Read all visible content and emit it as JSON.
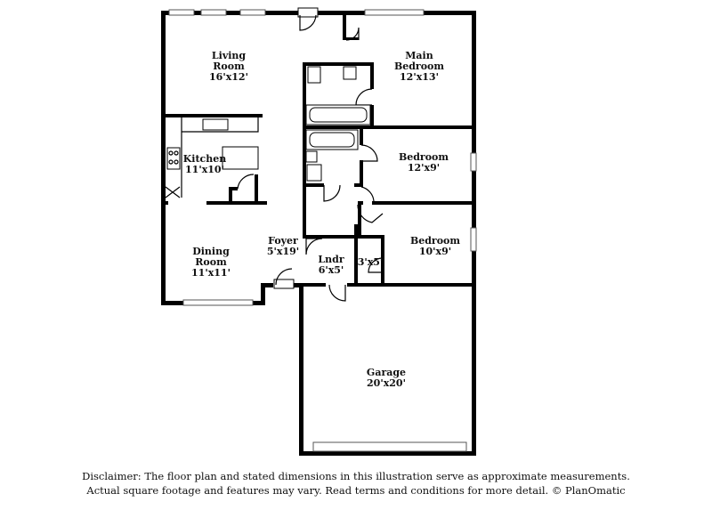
{
  "rooms": [
    {
      "id": "living",
      "name": [
        "Living",
        "Room"
      ],
      "dims": "16'x12'"
    },
    {
      "id": "main-bedroom",
      "name": [
        "Main",
        "Bedroom"
      ],
      "dims": "12'x13'"
    },
    {
      "id": "kitchen",
      "name": [
        "Kitchen"
      ],
      "dims": "11'x10'"
    },
    {
      "id": "bedroom-2",
      "name": [
        "Bedroom"
      ],
      "dims": "12'x9'"
    },
    {
      "id": "foyer",
      "name": [
        "Foyer"
      ],
      "dims": "5'x19'"
    },
    {
      "id": "bedroom-3",
      "name": [
        "Bedroom"
      ],
      "dims": "10'x9'"
    },
    {
      "id": "dining",
      "name": [
        "Dining",
        "Room"
      ],
      "dims": "11'x11'"
    },
    {
      "id": "laundry",
      "name": [
        "Lndr"
      ],
      "dims": "6'x5'"
    },
    {
      "id": "closet",
      "name": [],
      "dims": "3'x5'"
    },
    {
      "id": "garage",
      "name": [
        "Garage"
      ],
      "dims": "20'x20'"
    }
  ],
  "disclaimer": {
    "line1": "Disclaimer: The floor plan and stated dimensions in this illustration serve as approximate measurements.",
    "line2": "Actual square footage and features may vary. Read terms and conditions for more detail. © PlanOmatic"
  }
}
